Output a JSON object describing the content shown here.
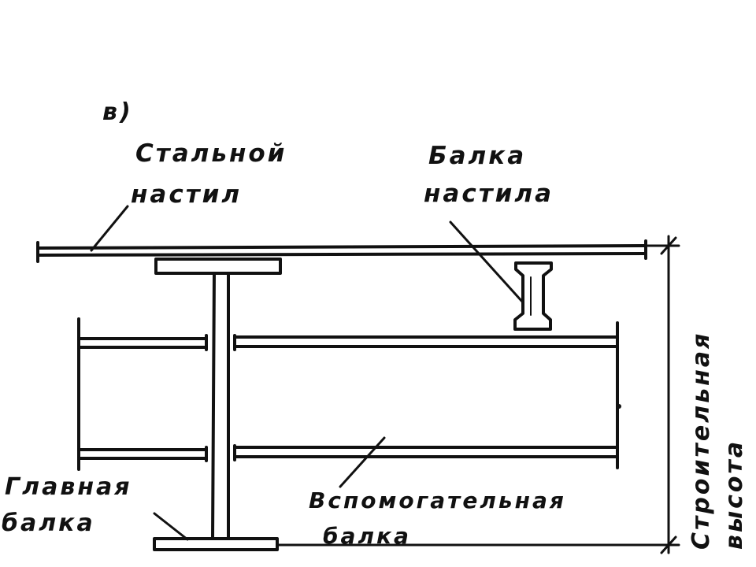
{
  "figure_label": "в)",
  "labels": {
    "steel_deck": [
      "Стальной",
      "настил"
    ],
    "deck_beam": [
      "Балка",
      "настила"
    ],
    "main_beam": [
      "Главная",
      "балка"
    ],
    "secondary_beam": [
      "Вспомогательная",
      "балка"
    ],
    "construction_height": [
      "Строительная",
      "высота"
    ]
  },
  "colors": {
    "ink": "#111111",
    "paper": "#ffffff"
  }
}
